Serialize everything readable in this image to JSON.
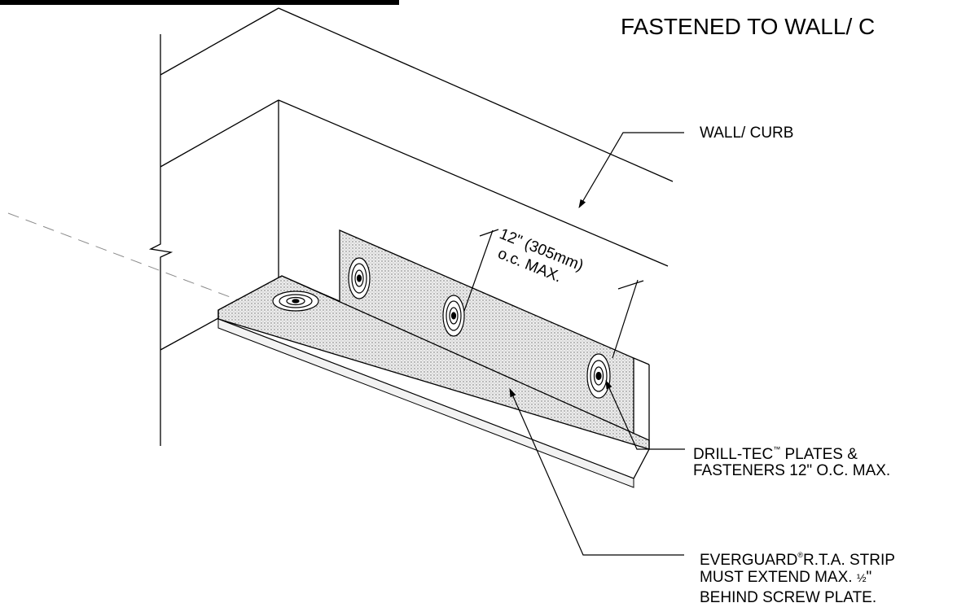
{
  "title": "FASTENED TO WALL/ C",
  "dimension": {
    "line1": "12\" (305mm)",
    "line2": "o.c. MAX."
  },
  "labels": {
    "wall_curb": "WALL/ CURB",
    "plates": {
      "line1_prefix": "DRILL-TEC",
      "line1_mark": "™",
      "line1_suffix": " PLATES &",
      "line2": "FASTENERS 12\"  O.C. MAX."
    },
    "strip": {
      "line1_prefix": "EVERGUARD",
      "line1_mark": "®",
      "line1_suffix": "R.T.A. STRIP",
      "line2_prefix": "MUST EXTEND MAX. ",
      "line2_fraction": "½",
      "line2_suffix": "\"",
      "line3": "BEHIND SCREW PLATE."
    }
  },
  "colors": {
    "ink": "#000000",
    "dashed": "#8a8a8a",
    "strip_fill": "#e9e9e9"
  }
}
